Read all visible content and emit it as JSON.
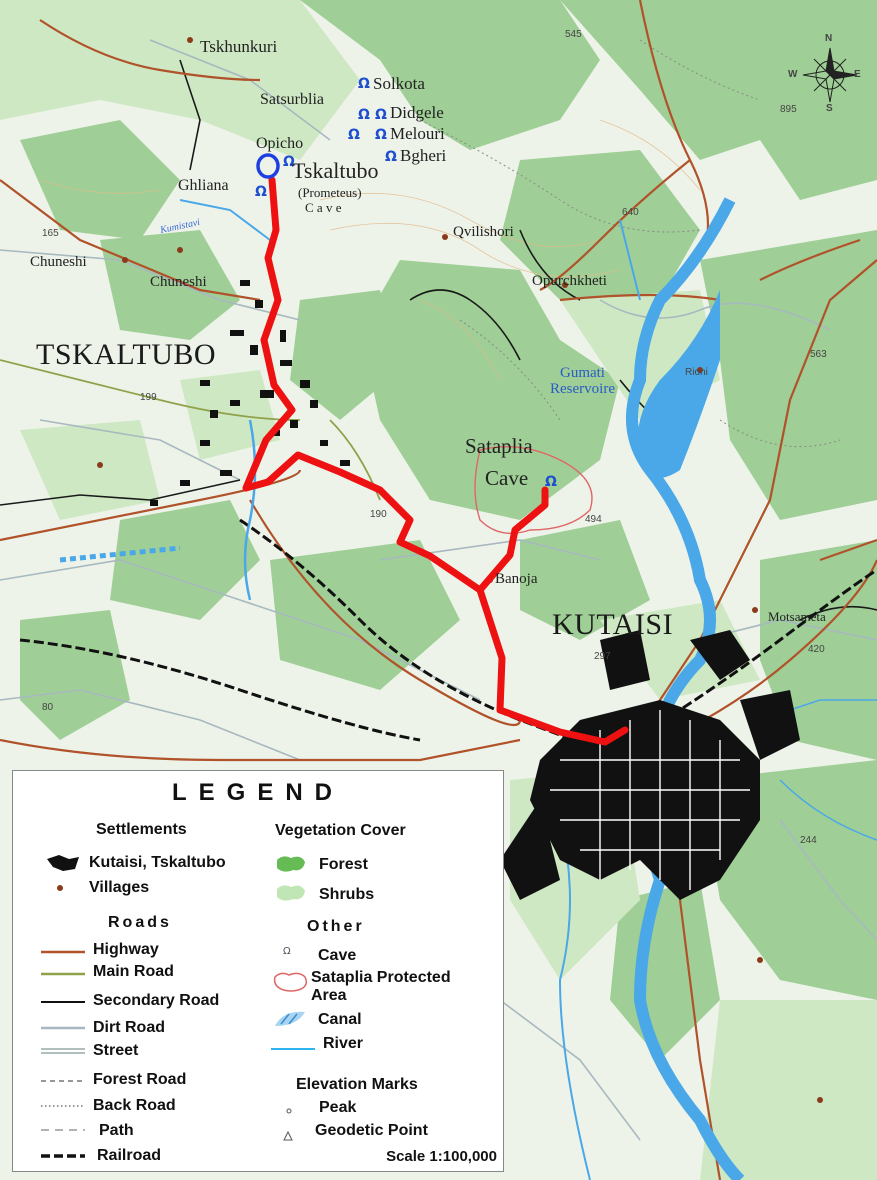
{
  "map": {
    "places": {
      "tskhunkuri": "Tskhunkuri",
      "solkota": "Solkota",
      "satsurblia": "Satsurblia",
      "didgele": "Didgele",
      "melouri": "Melouri",
      "opicho": "Opicho",
      "bgheri": "Bgheri",
      "ghliana": "Ghliana",
      "tskaltubo_cave": "Tskaltubo",
      "prometeus": "(Prometeus)",
      "cave_word": "C a v e",
      "chuneshi_1": "Chuneshi",
      "chuneshi_2": "Chuneshi",
      "tskaltubo": "TSKALTUBO",
      "qvilishori": "Qvilishori",
      "opurchkheti": "Opurchkheti",
      "gumati": "Gumati\nReservoire",
      "rioni": "Rioni",
      "sataplia": "Sataplia",
      "sataplia_cave": "Cave",
      "banoja": "Banoja",
      "kutaisi": "KUTAISI",
      "motsameta": "Motsameta",
      "kumistavi": "Kumistavi"
    },
    "elevations": {
      "e545": "545",
      "e895": "895",
      "e640": "640",
      "e165": "165",
      "e563": "563",
      "e199": "199",
      "e190": "190",
      "e494": "494",
      "e297": "297",
      "e420": "420",
      "e244": "244",
      "e80": "80"
    },
    "compass": {
      "n": "N",
      "s": "S",
      "e": "E",
      "w": "W"
    },
    "colors": {
      "forest": "#9fcf96",
      "shrubs": "#cfe8c4",
      "route": "#ee1111",
      "river": "#4aa8e8",
      "highway": "#b0522a",
      "settlement": "#111111"
    },
    "icons": {
      "cave": "cave-icon",
      "compass": "compass-rose-icon"
    }
  },
  "legend": {
    "title": "LEGEND",
    "settlements": {
      "heading": "Settlements",
      "cities": "Kutaisi, Tskaltubo",
      "villages": "Villages"
    },
    "roads": {
      "heading": "Roads",
      "highway": "Highway",
      "main_road": "Main Road",
      "secondary_road": "Secondary Road",
      "dirt_road": "Dirt Road",
      "street": "Street",
      "forest_road": "Forest Road",
      "back_road": "Back Road",
      "path": "Path",
      "railroad": "Railroad"
    },
    "vegetation": {
      "heading": "Vegetation Cover",
      "forest": "Forest",
      "shrubs": "Shrubs"
    },
    "other": {
      "heading": "Other",
      "cave": "Cave",
      "protected_1": "Sataplia Protected",
      "protected_2": "Area",
      "canal": "Canal",
      "river": "River"
    },
    "elevation": {
      "heading": "Elevation Marks",
      "peak": "Peak",
      "geodetic": "Geodetic Point"
    },
    "scale": "Scale 1:100,000"
  }
}
